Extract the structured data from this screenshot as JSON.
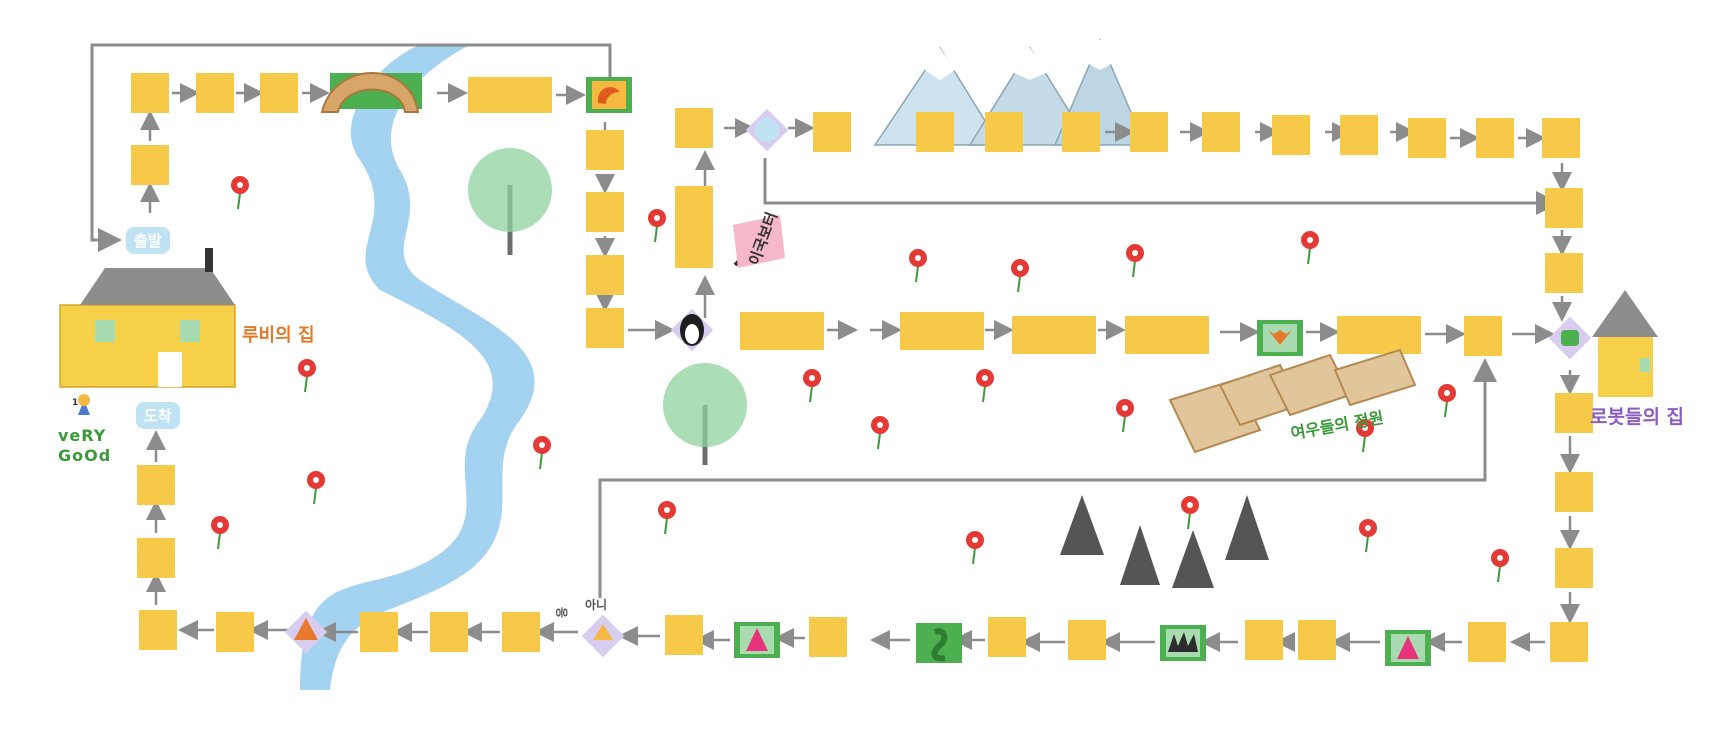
{
  "labels": {
    "start": "출발",
    "finish": "도착",
    "ruby_house": "루비의 집",
    "robot_house": "로봇들의 집",
    "fox_garden": "여우들의 정원",
    "yes": "응",
    "no": "아니",
    "very_good_line1": "veRY",
    "very_good_line2": "GoOd",
    "award_number": "1",
    "sign_text": "이국보터"
  },
  "colors": {
    "tile": "#f7c948",
    "arrow": "#8c8c8c",
    "river": "#9fd1f0",
    "card_green": "#4caf50",
    "ruby_house_label": "#e07a2a",
    "robot_house_label": "#8a5cc2",
    "garden_label": "#3a9a3a",
    "very_good": "#3a9a3a",
    "flower": "#e53935",
    "pill": "#bfe3f3",
    "sign": "#f6b8c8"
  }
}
